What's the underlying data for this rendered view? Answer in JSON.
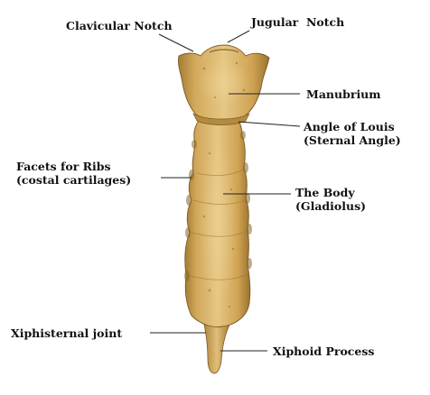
{
  "labels": {
    "clavicular_notch": "Clavicular Notch",
    "jugular_notch": "Jugular  Notch",
    "manubrium": "Manubrium",
    "angle_of_louis_line1": "Angle of Louis",
    "angle_of_louis_line2": "(Sternal Angle)",
    "facets_line1": "Facets for Ribs",
    "facets_line2": "(costal cartilages)",
    "body_line1": "The Body",
    "body_line2": "(Gladiolus)",
    "xiphisternal_joint": "Xiphisternal joint",
    "xiphoid_process": "Xiphoid Process"
  },
  "colors": {
    "bone_light": "#e2c27a",
    "bone_mid": "#cfa455",
    "bone_dark": "#9c7530",
    "bone_shadow": "#7a5a22",
    "leader_line": "#222222",
    "text": "#111111"
  }
}
